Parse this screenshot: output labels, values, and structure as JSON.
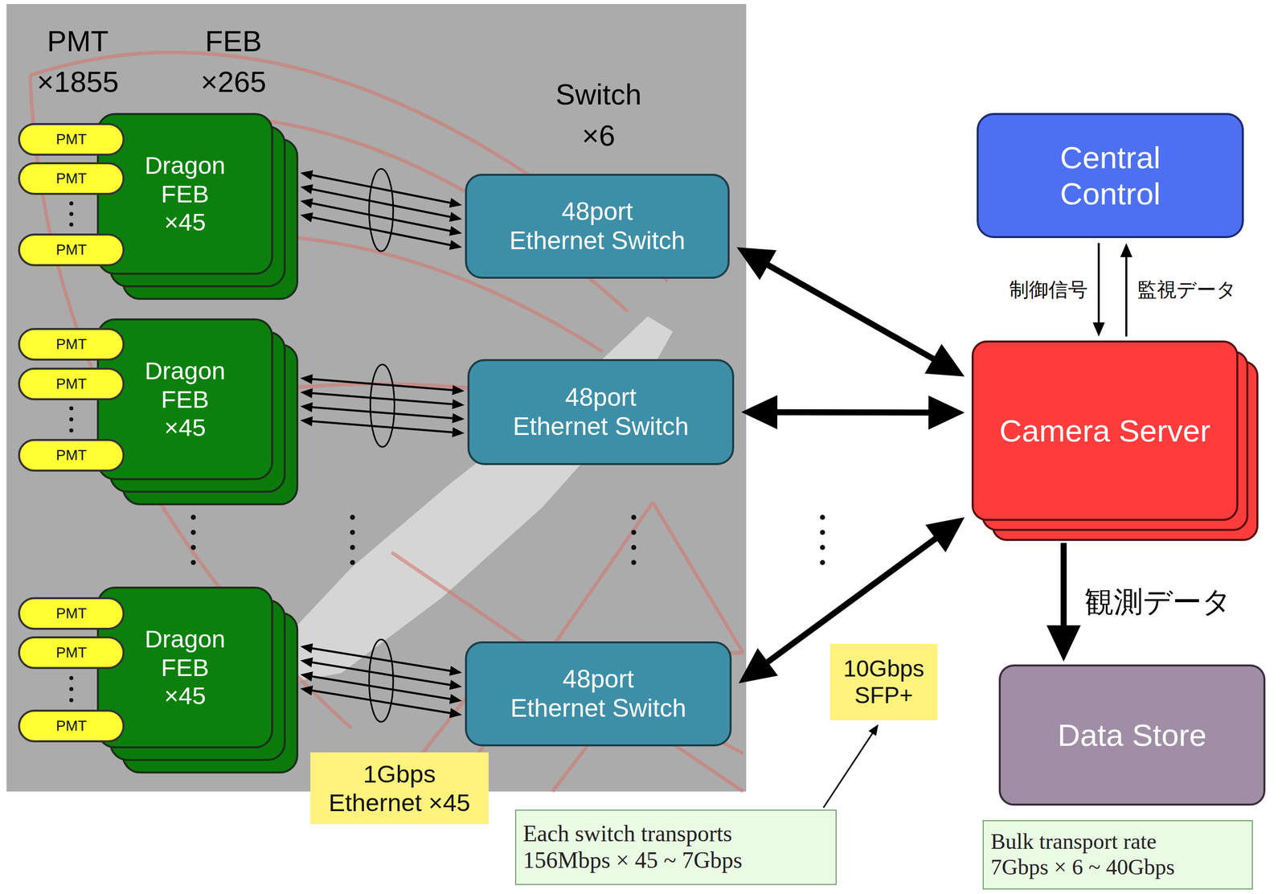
{
  "diagram": {
    "nodes": [
      {
        "text": [
          "PMT"
        ]
      },
      {
        "text": [
          "PMT"
        ]
      },
      {
        "text": [
          "PMT"
        ]
      },
      {
        "text": [
          "Dragon FEB ×45"
        ]
      },
      {
        "text": [
          "48port Ethernet Switch"
        ]
      },
      {
        "text": [
          "PMT"
        ]
      },
      {
        "text": [
          "PMT"
        ]
      },
      {
        "text": [
          "PMT"
        ]
      },
      {
        "text": [
          "Dragon FEB ×45"
        ]
      },
      {
        "text": [
          "48port Ethernet Switch"
        ]
      },
      {
        "text": [
          "PMT"
        ]
      },
      {
        "text": [
          "PMT"
        ]
      },
      {
        "text": [
          "PMT"
        ]
      },
      {
        "text": [
          "Dragon FEB ×45"
        ]
      },
      {
        "text": [
          "48port Ethernet Switch"
        ]
      },
      {
        "text": [
          "Central Control"
        ]
      },
      {
        "text": [
          "Camera Server"
        ]
      },
      {
        "text": [
          "Data Store"
        ]
      },
      {
        "text": [
          "1Gbps Ethernet ×45"
        ]
      },
      {
        "text": [
          "10Gbps SFP+"
        ]
      },
      {
        "text": [
          "Each switch transports 156Mbps × 45 ~ 7Gbps"
        ]
      },
      {
        "text": [
          "Bulk transport rate 7Gbps × 6 ~ 40Gbps"
        ]
      }
    ],
    "edges": [
      {
        "from": 3,
        "to": 4,
        "arrow": "both"
      },
      {
        "from": 8,
        "to": 9,
        "arrow": "both"
      },
      {
        "from": 13,
        "to": 14,
        "arrow": "both"
      },
      {
        "from": 4,
        "to": 16,
        "arrow": "both"
      },
      {
        "from": 9,
        "to": 16,
        "arrow": "both"
      },
      {
        "from": 14,
        "to": 16,
        "arrow": "both"
      },
      {
        "from": 15,
        "to": 16,
        "arrow": "to",
        "label": "制御信号"
      },
      {
        "from": 16,
        "to": 15,
        "arrow": "to",
        "label": "監視データ"
      },
      {
        "from": 16,
        "to": 17,
        "arrow": "to",
        "label": "観測データ"
      },
      {
        "from": 20,
        "to": 19,
        "arrow": "to"
      }
    ],
    "labels": [
      "PMT",
      "×1855",
      "FEB",
      "×265",
      "Switch",
      "×6"
    ]
  }
}
